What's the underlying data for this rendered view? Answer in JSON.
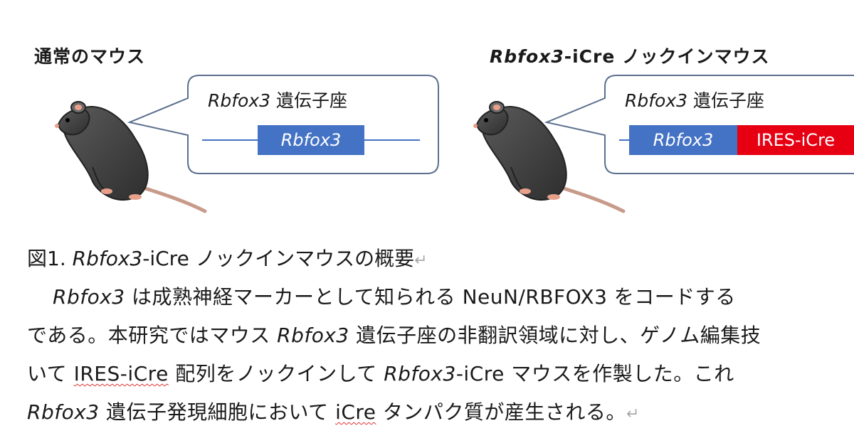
{
  "left_panel": {
    "heading": "通常のマウス",
    "locus_gene": "Rbfox3",
    "locus_suffix": " 遺伝子座",
    "gene_box": "Rbfox3"
  },
  "right_panel": {
    "heading_gene": "Rbfox3",
    "heading_rest": "-iCre ノックインマウス",
    "locus_gene": "Rbfox3",
    "locus_suffix": " 遺伝子座",
    "gene_box": "Rbfox3",
    "insert_box": "IRES-iCre"
  },
  "colors": {
    "gene_blue": "#4472c4",
    "insert_red": "#e60012",
    "mouse_gray": "#4a4a4a",
    "ear_pink": "#e8a08a"
  },
  "caption": {
    "prefix": "図1. ",
    "gene": "Rbfox3",
    "rest": "-iCre ノックインマウスの概要",
    "mark": "↵"
  },
  "body": {
    "line1": {
      "gene": "Rbfox3",
      "text": " は成熟神経マーカーとして知られる NeuN/RBFOX3 をコードする"
    },
    "line2": {
      "pre": "である。本研究ではマウス ",
      "gene": "Rbfox3",
      "post": " 遺伝子座の非翻訳領域に対し、ゲノム編集技"
    },
    "line3": {
      "pre": "いて ",
      "ires": "IRES-iCre",
      "mid": " 配列をノックインして ",
      "gene": "Rbfox3",
      "post": "-iCre マウスを作製した。これ"
    },
    "line4": {
      "gene": "Rbfox3",
      "mid": " 遺伝子発現細胞において ",
      "icre": "iCre",
      "post": " タンパク質が産生される。",
      "mark": "↵"
    }
  }
}
